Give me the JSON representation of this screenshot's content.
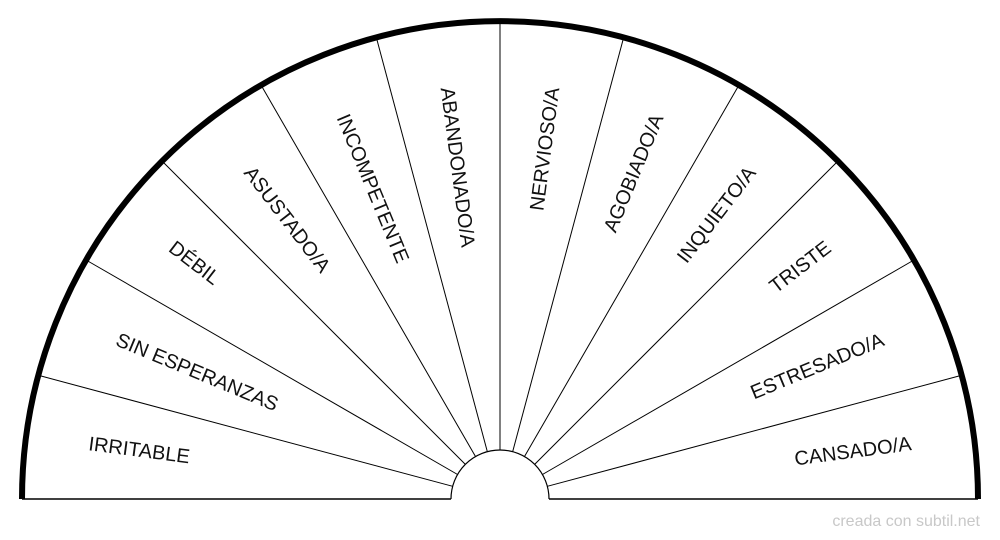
{
  "sectors": [
    "IRRITABLE",
    "SIN ESPERANZAS",
    "DÉBIL",
    "ASUSTADO/A",
    "INCOMPETENTE",
    "ABANDONADO/A",
    "NERVIOSO/A",
    "AGOBIADO/A",
    "INQUIETO/A",
    "TRISTE",
    "ESTRESADO/A",
    "CANSADO/A"
  ],
  "watermark": "creada con subtil.net",
  "colors": {
    "background": "#ffffff",
    "lines": "#000000",
    "text": "#111111",
    "watermark": "#c8c8c8"
  }
}
